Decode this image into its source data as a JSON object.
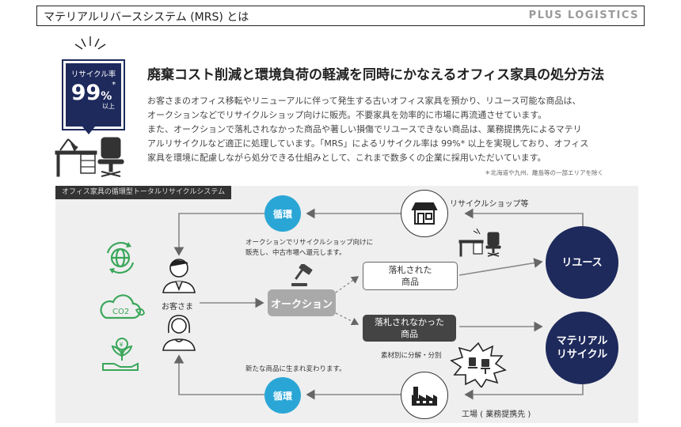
{
  "header": {
    "title": "マテリアルリバースシステム (MRS) とは",
    "brand": "PLUS LOGISTICS"
  },
  "badge": {
    "label": "リサイクル率",
    "value": "99",
    "unit": "%",
    "asterisk": "*",
    "suffix": "以上"
  },
  "headline": "廃棄コスト削減と環境負荷の軽減を同時にかなえるオフィス家具の処分方法",
  "body": [
    "お客さまのオフィス移転やリニューアルに伴って発生する古いオフィス家具を預かり、リユース可能な商品は、",
    "オークションなどでリサイクルショップ向けに販売。不要家具を効率的に市場に再流通させています。",
    "また、オークションで落札されなかった商品や著しい損傷でリユースできない商品は、業務提携先によるマテリ",
    "アルリサイクルなど適正に処理しています。「MRS」によるリサイクル率は 99%* 以上を実現しており、オフィス",
    "家具を環境に配慮しながら処分できる仕組みとして、これまで数多くの企業に採用いただいています。"
  ],
  "footnote": "＊北海道や九州、離島等の一部エリアを除く",
  "diagram": {
    "panel_label": "オフィス家具の循環型トータルリサイクルシステム",
    "junkan_top": "循環",
    "junkan_bottom": "循環",
    "shop_label": "リサイクルショップ等",
    "auction_note_1": "オークションでリサイクルショップ向けに",
    "auction_note_2": "販売し、中古市場へ還元します。",
    "customer_label": "お客さま",
    "auction_label": "オークション",
    "sold_1": "落札された",
    "sold_2": "商品",
    "unsold_1": "落札されなかった",
    "unsold_2": "商品",
    "reuse_label": "リユース",
    "material_1": "マテリアル",
    "material_2": "リサイクル",
    "split_label": "素材別に分解・分別",
    "reborn_label": "新たな商品に生まれ変わります。",
    "factory_label": "工場 ( 業務提携先 )",
    "co2_label": "CO2"
  },
  "colors": {
    "navy": "#1e2a5c",
    "blue": "#2aa6d6",
    "green": "#3aa65a",
    "panel": "#efefef"
  }
}
